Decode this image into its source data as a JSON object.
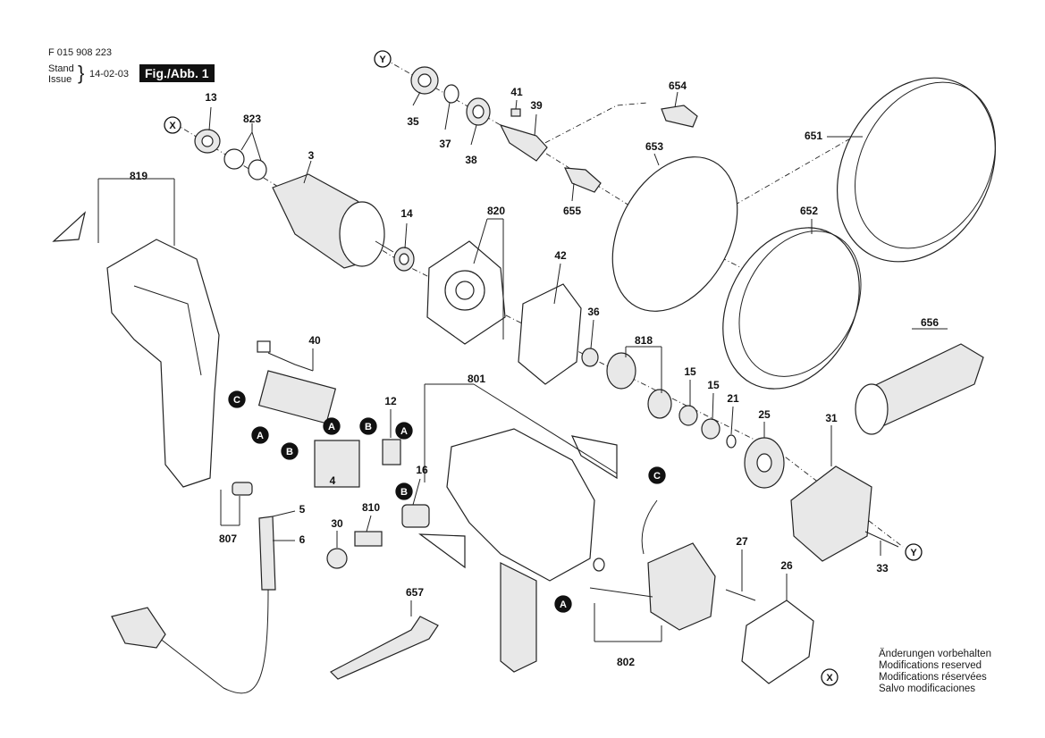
{
  "header": {
    "doc_number": "F 015 908 223",
    "stand_label": "Stand",
    "issue_label": "Issue",
    "date": "14-02-03",
    "figure_label": "Fig./Abb. 1"
  },
  "notes": [
    "Änderungen vorbehalten",
    "Modifications reserved",
    "Modifications réservées",
    "Salvo modificaciones"
  ],
  "part_numbers": [
    "13",
    "823",
    "3",
    "819",
    "14",
    "820",
    "42",
    "35",
    "37",
    "38",
    "41",
    "39",
    "654",
    "653",
    "655",
    "651",
    "652",
    "40",
    "36",
    "818",
    "15",
    "15",
    "21",
    "25",
    "656",
    "801",
    "12",
    "16",
    "4",
    "810",
    "30",
    "5",
    "6",
    "807",
    "657",
    "31",
    "27",
    "26",
    "33",
    "802"
  ],
  "markers": [
    "X",
    "Y",
    "Y",
    "X",
    "A",
    "B",
    "C",
    "A",
    "B",
    "A",
    "B",
    "C",
    "A"
  ]
}
